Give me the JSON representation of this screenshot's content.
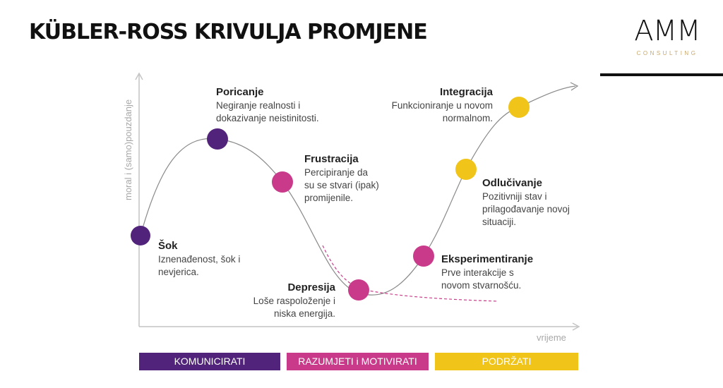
{
  "title": "KÜBLER-ROSS KRIVULJA PROMJENE",
  "logo": {
    "main": "AMM",
    "sub": "CONSULTING"
  },
  "axes": {
    "y_label": "moral i (samo)pouzdanje",
    "x_label": "vrijeme"
  },
  "stages": [
    {
      "title": "Šok",
      "desc": "Iznenađenost, šok i\nnevjerica.",
      "color": "#51237a"
    },
    {
      "title": "Poricanje",
      "desc": "Negiranje realnosti i\ndokazivanje neistinitosti.",
      "color": "#51237a"
    },
    {
      "title": "Frustracija",
      "desc": "Percipiranje da\nsu se stvari (ipak)\npromijenile.",
      "color": "#c93b8a"
    },
    {
      "title": "Depresija",
      "desc": "Loše raspoloženje i\nniska energija.",
      "color": "#c93b8a"
    },
    {
      "title": "Eksperimentiranje",
      "desc": "Prve interakcije s\nnovom stvarnošću.",
      "color": "#c93b8a"
    },
    {
      "title": "Odlučivanje",
      "desc": "Pozitivniji stav i\nprilagođavanje novoj\nsituaciji.",
      "color": "#f0c419"
    },
    {
      "title": "Integracija",
      "desc": "Funkcioniranje u novom\nnormalnom.",
      "color": "#f0c419"
    }
  ],
  "phases": [
    {
      "label": "KOMUNICIRATI",
      "color": "#51237a"
    },
    {
      "label": "RAZUMJETI i MOTIVIRATI",
      "color": "#c93b8a"
    },
    {
      "label": "PODRŽATI",
      "color": "#f0c419"
    }
  ]
}
